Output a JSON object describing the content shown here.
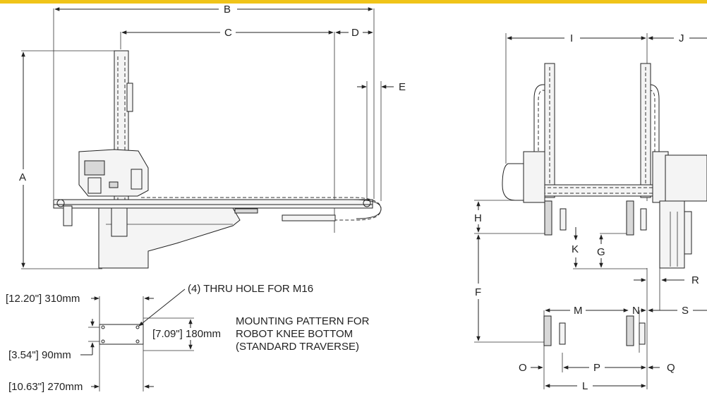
{
  "accent_color": "#f0c419",
  "dims": {
    "A": "A",
    "B": "B",
    "C": "C",
    "D": "D",
    "E": "E",
    "F": "F",
    "G": "G",
    "H": "H",
    "I": "I",
    "J": "J",
    "K": "K",
    "L": "L",
    "M": "M",
    "N": "N",
    "O": "O",
    "P": "P",
    "Q": "Q",
    "R": "R",
    "S": "S"
  },
  "mounting": {
    "hole_note": "(4) THRU HOLE FOR M16",
    "width_310": "[12.20\"] 310mm",
    "height_180": "[7.09\"] 180mm",
    "offset_90": "[3.54\"] 90mm",
    "width_270": "[10.63\"] 270mm",
    "title_line1": "MOUNTING PATTERN FOR",
    "title_line2": "ROBOT KNEE BOTTOM",
    "title_line3": "(STANDARD TRAVERSE)"
  }
}
